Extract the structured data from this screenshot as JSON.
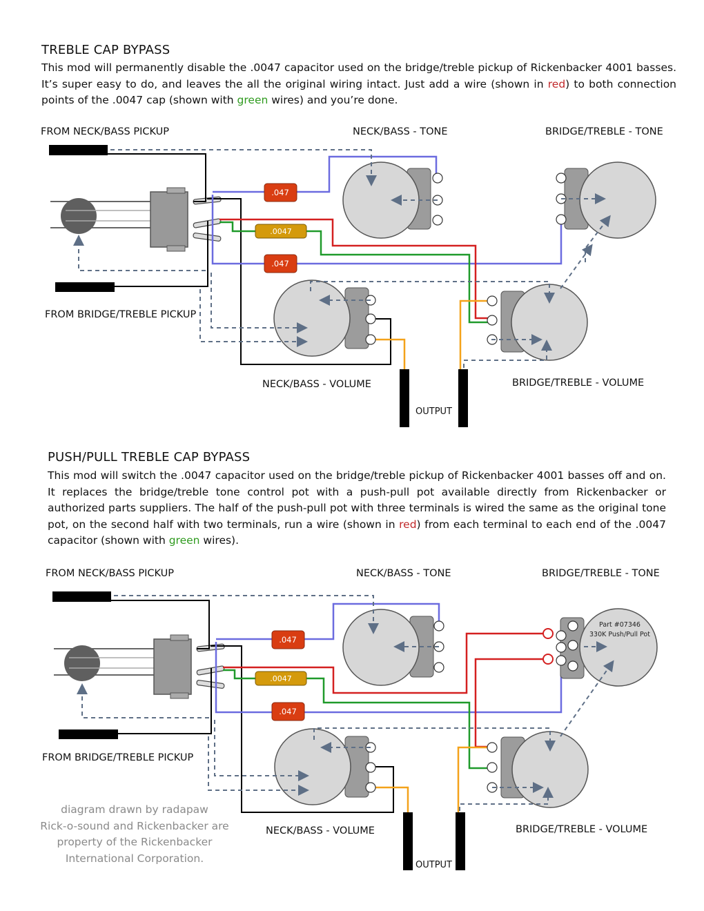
{
  "section1": {
    "title": "TREBLE CAP BYPASS",
    "para": {
      "a": "This mod will permanently disable the .0047 capacitor used on the bridge/treble pickup of Rickenbacker 4001 basses. It’s super easy to do, and leaves the all the original wiring intact.  Just add a wire (shown in ",
      "red": "red",
      "b": ") to both connection points of the .0047 cap (shown with ",
      "green": "green",
      "c": " wires) and you’re done."
    },
    "labels": {
      "neck_pickup": "FROM NECK/BASS PICKUP",
      "bridge_pickup": "FROM BRIDGE/TREBLE PICKUP",
      "neck_tone": "NECK/BASS - TONE",
      "bridge_tone": "BRIDGE/TREBLE - TONE",
      "neck_volume": "NECK/BASS - VOLUME",
      "bridge_volume": "BRIDGE/TREBLE - VOLUME",
      "output": "OUTPUT"
    },
    "caps": [
      ".047",
      ".0047",
      ".047"
    ]
  },
  "section2": {
    "title": "PUSH/PULL TREBLE CAP BYPASS",
    "para": {
      "a": "This mod will switch the .0047 capacitor used on the bridge/treble pickup of Rickenbacker 4001 basses off and on. It replaces the bridge/treble tone control pot with a push-pull pot available directly from Rickenbacker or authorized parts suppliers.  The half of the push-pull pot with three terminals is wired the same as the original tone pot, on the second half with two terminals, run a wire (shown in ",
      "red": "red",
      "b": ") from each terminal to each end of the .0047 capacitor (shown with ",
      "green": "green",
      "c": " wires)."
    },
    "labels": {
      "neck_pickup": "FROM NECK/BASS PICKUP",
      "bridge_pickup": "FROM BRIDGE/TREBLE PICKUP",
      "neck_tone": "NECK/BASS - TONE",
      "bridge_tone": "BRIDGE/TREBLE - TONE",
      "neck_volume": "NECK/BASS - VOLUME",
      "bridge_volume": "BRIDGE/TREBLE - VOLUME",
      "output": "OUTPUT"
    },
    "caps": [
      ".047",
      ".0047",
      ".047"
    ],
    "pot_part": "Part #07346",
    "pot_desc": "330K Push/Pull Pot"
  },
  "credit": {
    "line1": "diagram drawn by radapaw",
    "line2": "Rick-o-sound and Rickenbacker are",
    "line3": "property of the Rickenbacker",
    "line4": "International Corporation."
  },
  "colors": {
    "red_wire": "#d42020",
    "green_wire": "#1f9a2a",
    "blue_wire": "#6b6bdf",
    "orange_wire": "#f4a21a",
    "cap_047": "#d93d12",
    "cap_0047": "#d49a0c"
  }
}
